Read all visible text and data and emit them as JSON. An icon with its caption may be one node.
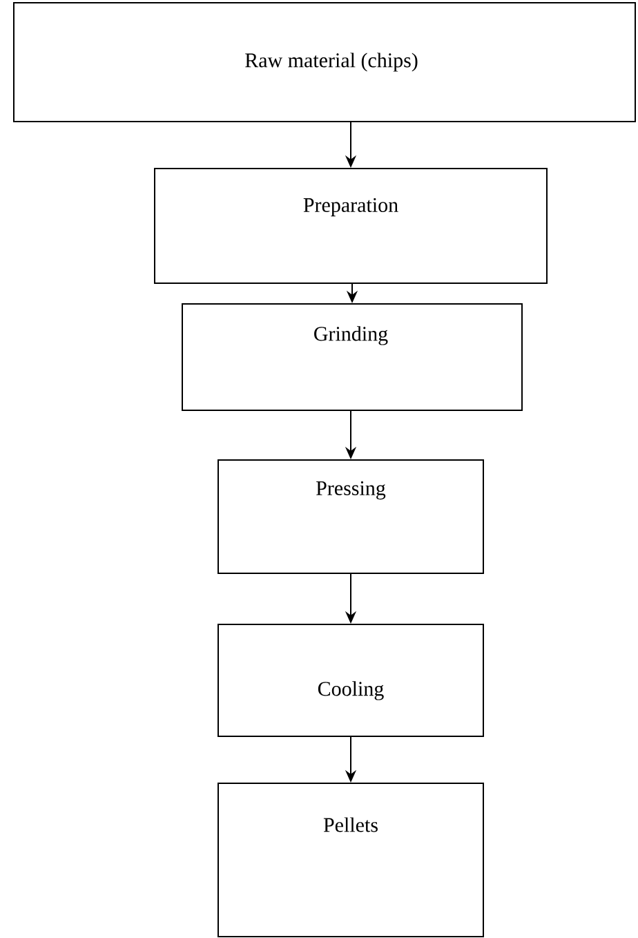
{
  "diagram": {
    "nodes": [
      {
        "text": [
          "Raw material (chips)"
        ]
      },
      {
        "text": [
          "Preparation"
        ]
      },
      {
        "text": [
          "Grinding"
        ]
      },
      {
        "text": [
          "Pressing"
        ]
      },
      {
        "text": [
          "Cooling"
        ]
      },
      {
        "text": [
          "Pellets"
        ]
      }
    ],
    "edges": [
      {
        "from": 0,
        "to": 1,
        "arrow": "to"
      },
      {
        "from": 1,
        "to": 2,
        "arrow": "to"
      },
      {
        "from": 2,
        "to": 3,
        "arrow": "to"
      },
      {
        "from": 3,
        "to": 4,
        "arrow": "to"
      },
      {
        "from": 4,
        "to": 5,
        "arrow": "to"
      }
    ]
  }
}
